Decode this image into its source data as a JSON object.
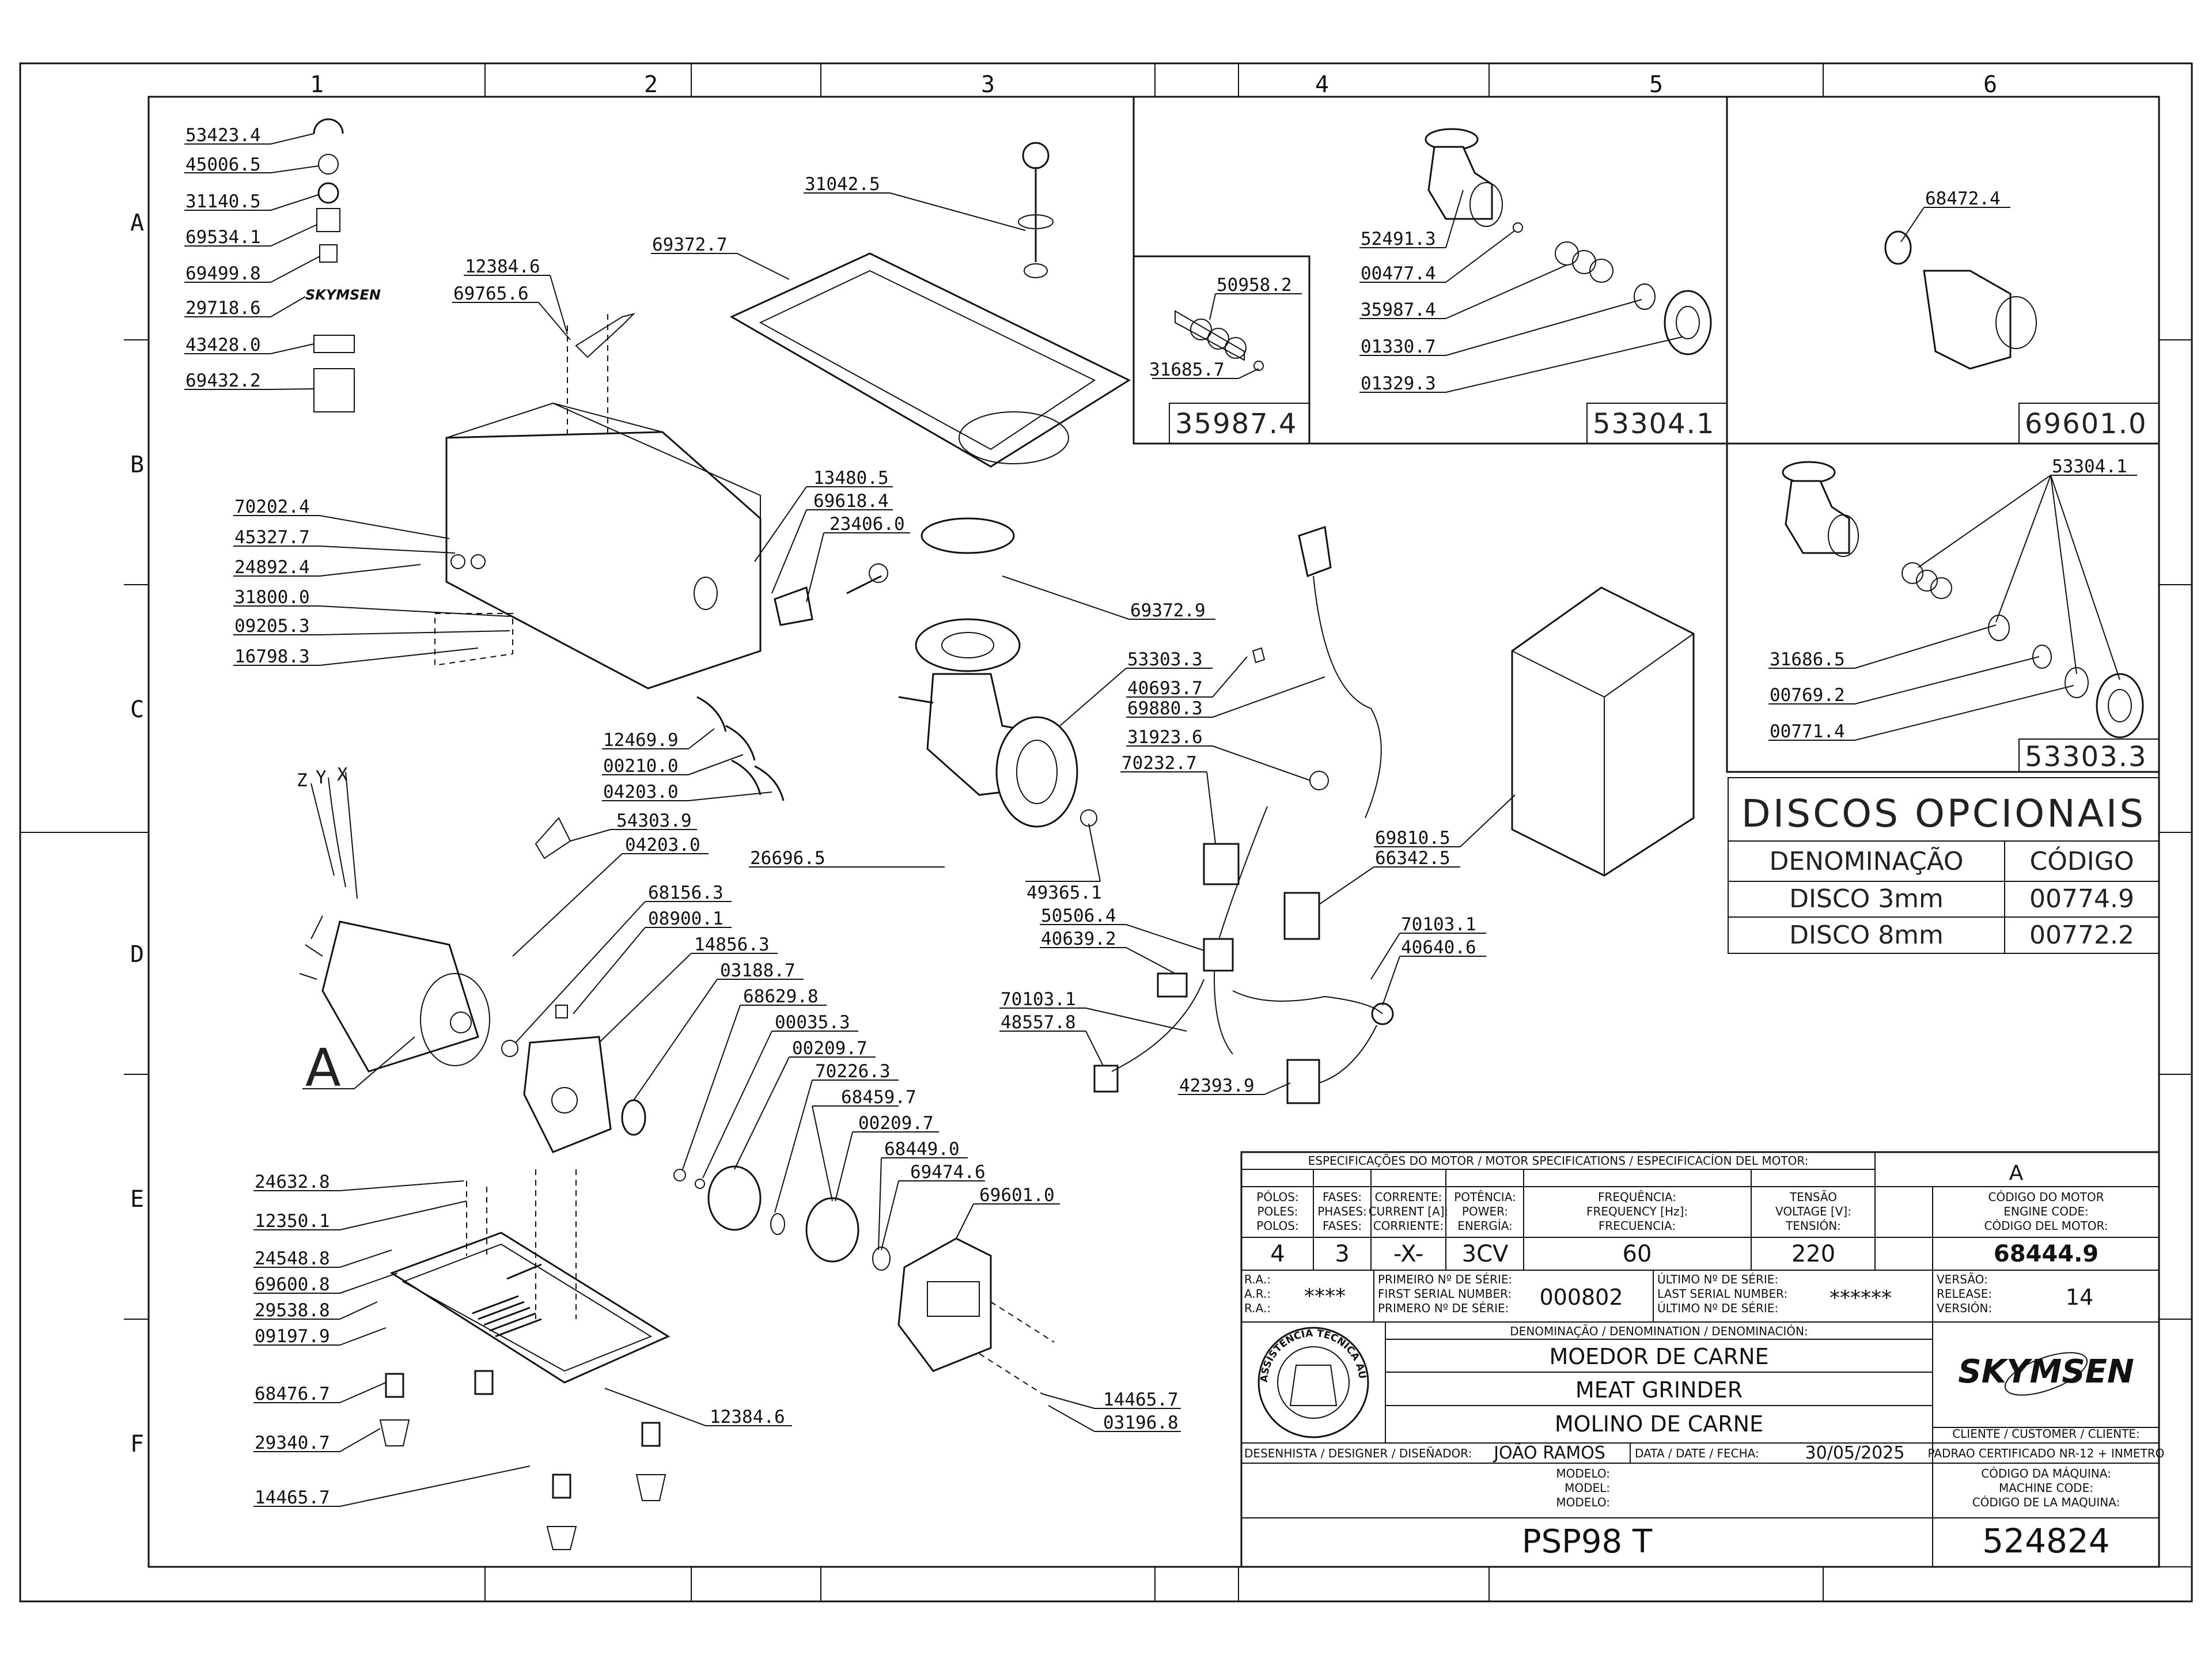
{
  "grid": {
    "columns": [
      "1",
      "2",
      "3",
      "4",
      "5",
      "6"
    ],
    "rows": [
      "A",
      "B",
      "C",
      "D",
      "E",
      "F"
    ]
  },
  "callouts": {
    "c53423_4": "53423.4",
    "c45006_5": "45006.5",
    "c31140_5": "31140.5",
    "c69534_1": "69534.1",
    "c69499_8": "69499.8",
    "c29718_6": "29718.6",
    "c43428_0": "43428.0",
    "c69432_2": "69432.2",
    "c12384_6a": "12384.6",
    "c69765_6": "69765.6",
    "c69372_7": "69372.7",
    "c31042_5": "31042.5",
    "c70202_4": "70202.4",
    "c45327_7": "45327.7",
    "c24892_4": "24892.4",
    "c31800_0": "31800.0",
    "c09205_3": "09205.3",
    "c16798_3": "16798.3",
    "c13480_5": "13480.5",
    "c69618_4": "69618.4",
    "c23406_0": "23406.0",
    "c69372_9": "69372.9",
    "c53303_3": "53303.3",
    "c40693_7": "40693.7",
    "c69880_3": "69880.3",
    "c31923_6": "31923.6",
    "c70232_7": "70232.7",
    "c12469_9": "12469.9",
    "c00210_0": "00210.0",
    "c04203_0a": "04203.0",
    "c54303_9": "54303.9",
    "c04203_0b": "04203.0",
    "c26696_5": "26696.5",
    "c49365_1": "49365.1",
    "c68156_3": "68156.3",
    "c08900_1": "08900.1",
    "c14856_3": "14856.3",
    "c03188_7": "03188.7",
    "c68629_8": "68629.8",
    "c00035_3": "00035.3",
    "c00209_7a": "00209.7",
    "c70226_3": "70226.3",
    "c68459_7": "68459.7",
    "c00209_7b": "00209.7",
    "c68449_0": "68449.0",
    "c69474_6": "69474.6",
    "c69601_0": "69601.0",
    "c14465_7a": "14465.7",
    "c03196_8": "03196.8",
    "c24632_8": "24632.8",
    "c12350_1": "12350.1",
    "c24548_8": "24548.8",
    "c69600_8": "69600.8",
    "c29538_8": "29538.8",
    "c09197_9": "09197.9",
    "c68476_7": "68476.7",
    "c29340_7": "29340.7",
    "c14465_7b": "14465.7",
    "c12384_6b": "12384.6",
    "c50506_4": "50506.4",
    "c40639_2": "40639.2",
    "c70103_1a": "70103.1",
    "c48557_8": "48557.8",
    "c42393_9": "42393.9",
    "c69810_5": "69810.5",
    "c66342_5": "66342.5",
    "c70103_1b": "70103.1",
    "c40640_6": "40640.6",
    "c50958_2": "50958.2",
    "c31685_7": "31685.7",
    "c52491_3": "52491.3",
    "c00477_4": "00477.4",
    "c35987_4": "35987.4",
    "c01330_7": "01330.7",
    "c01329_3": "01329.3",
    "c68472_4": "68472.4",
    "c53304_1": "53304.1",
    "c31686_5": "31686.5",
    "c00769_2": "00769.2",
    "c00771_4": "00771.4",
    "axis_z": "Z",
    "axis_y": "Y",
    "axis_x": "X",
    "detail_a": "A"
  },
  "boxes": {
    "b35987_4": "35987.4",
    "b53304_1": "53304.1",
    "b69601_0": "69601.0",
    "b53303_3": "53303.3"
  },
  "discos": {
    "title": "DISCOS OPCIONAIS",
    "h_denominacao": "DENOMINAÇÃO",
    "h_codigo": "CÓDIGO",
    "rows": [
      {
        "name": "DISCO 3mm",
        "code": "00774.9"
      },
      {
        "name": "DISCO 8mm",
        "code": "00772.2"
      }
    ]
  },
  "titleblock": {
    "spec_header": "ESPECIFICAÇÕES DO MOTOR / MOTOR SPECIFICATIONS / ESPECIFICACÍON DEL MOTOR:",
    "rev": "A",
    "h_polos": [
      "PÓLOS:",
      "POLES:",
      "POLOS:"
    ],
    "h_fases": [
      "FASES:",
      "PHASES:",
      "FASES:"
    ],
    "h_corrente": [
      "CORRENTE:",
      "CURRENT [A]:",
      "CORRIENTE:"
    ],
    "h_potencia": [
      "POTÊNCIA:",
      "POWER:",
      "ENERGÍA:"
    ],
    "h_freq": [
      "FREQUÊNCIA:",
      "FREQUENCY [Hz]:",
      "FRECUENCIA:"
    ],
    "h_tensao": [
      "TENSÃO",
      "VOLTAGE [V]:",
      "TENSIÓN:"
    ],
    "h_codmotor": [
      "CÓDIGO DO MOTOR",
      "ENGINE CODE:",
      "CÓDIGO DEL MOTOR:"
    ],
    "v_polos": "4",
    "v_fases": "3",
    "v_corrente": "-X-",
    "v_potencia": "3CV",
    "v_freq": "60",
    "v_tensao": "220",
    "v_codmotor": "68444.9",
    "ra": [
      "R.A.:",
      "A.R.:",
      "R.A.:"
    ],
    "ra_val": "****",
    "first_serial": [
      "PRIMEIRO Nº DE SÉRIE:",
      "FIRST SERIAL NUMBER:",
      "PRIMERO Nº DE SÉRIE:"
    ],
    "first_serial_val": "000802",
    "last_serial": [
      "ÚLTIMO Nº DE SÉRIE:",
      "LAST SERIAL NUMBER:",
      "ÚLTIMO Nº DE SÉRIE:"
    ],
    "last_serial_val": "******",
    "versao": [
      "VERSÃO:",
      "RELEASE:",
      "VERSIÓN:"
    ],
    "versao_val": "14",
    "denom_header": "DENOMINAÇÃO / DENOMINATION / DENOMINACIÓN:",
    "names": [
      "MOEDOR DE CARNE",
      "MEAT GRINDER",
      "MOLINO DE CARNE"
    ],
    "brand": "SKYMSEN",
    "seal_text": "ASSISTÊNCIA TÉCNICA AUTORIZADA",
    "cliente": "CLIENTE / CUSTOMER / CLIENTE:",
    "cliente_val": "PADRAO CERTIFICADO NR-12 + INMETRO",
    "designer_lbl": "DESENHISTA / DESIGNER / DISEÑADOR:",
    "designer": "JOÃO RAMOS",
    "date_lbl": "DATA / DATE / FECHA:",
    "date": "30/05/2025",
    "modelo_lbl": [
      "MODELO:",
      "MODEL:",
      "MODELO:"
    ],
    "codmaq_lbl": [
      "CÓDIGO DA MÁQUINA:",
      "MACHINE CODE:",
      "CÓDIGO DE LA MAQUINA:"
    ],
    "modelo": "PSP98 T",
    "codmaq": "524824"
  }
}
